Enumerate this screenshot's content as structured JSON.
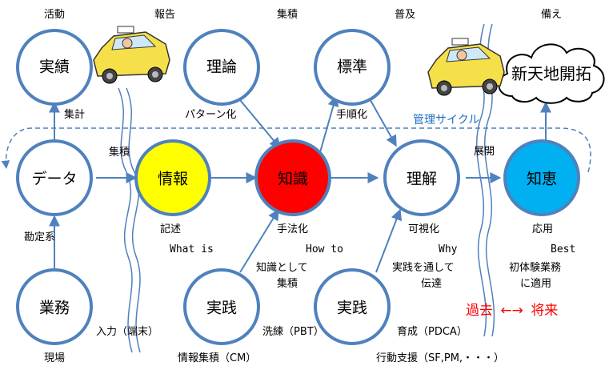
{
  "colors": {
    "arrow": "#4f81bd",
    "node_outline": "#4f81bd",
    "info_fill": "#ffff00",
    "knowledge_fill": "#ff0000",
    "wisdom_fill": "#00b0f0",
    "cycle_label": "#1f6fbf",
    "past_future": "#ff0000"
  },
  "nodes": {
    "performance": "実績",
    "theory": "理論",
    "standard": "標準",
    "new_frontier": "新天地開拓",
    "data": "データ",
    "information": "情報",
    "knowledge": "知識",
    "understanding": "理解",
    "wisdom": "知恵",
    "business": "業務",
    "practice1": "実践",
    "practice2": "実践"
  },
  "top_labels": {
    "activity": "活動",
    "report": "報告",
    "accumulation": "集積",
    "spread": "普及",
    "prepare": "備え"
  },
  "labels": {
    "aggregate": "集計",
    "pattern": "パターン化",
    "procedure": "手順化",
    "cycle": "管理サイクル",
    "accumulate": "集積",
    "deploy": "展開",
    "estimate": "勘定系",
    "description": "記述",
    "what_is": "What is",
    "methodize": "手法化",
    "how_to": "How to",
    "visualize": "可視化",
    "why": "Why",
    "apply": "応用",
    "best": "Best",
    "as_knowledge_1": "知識として",
    "as_knowledge_2": "集積",
    "through_practice_1": "実践を通して",
    "through_practice_2": "伝達",
    "first_exp_1": "初体験業務",
    "first_exp_2": "に適用",
    "past": "過去",
    "arrow_lr": "←→",
    "future": "将来",
    "input": "入力（端末）",
    "refine": "洗練（PBT）",
    "nurture": "育成（PDCA）",
    "field": "現場",
    "info_accum": "情報集積（CM）",
    "action_support": "行動支援（SF,PM,・・・）"
  }
}
